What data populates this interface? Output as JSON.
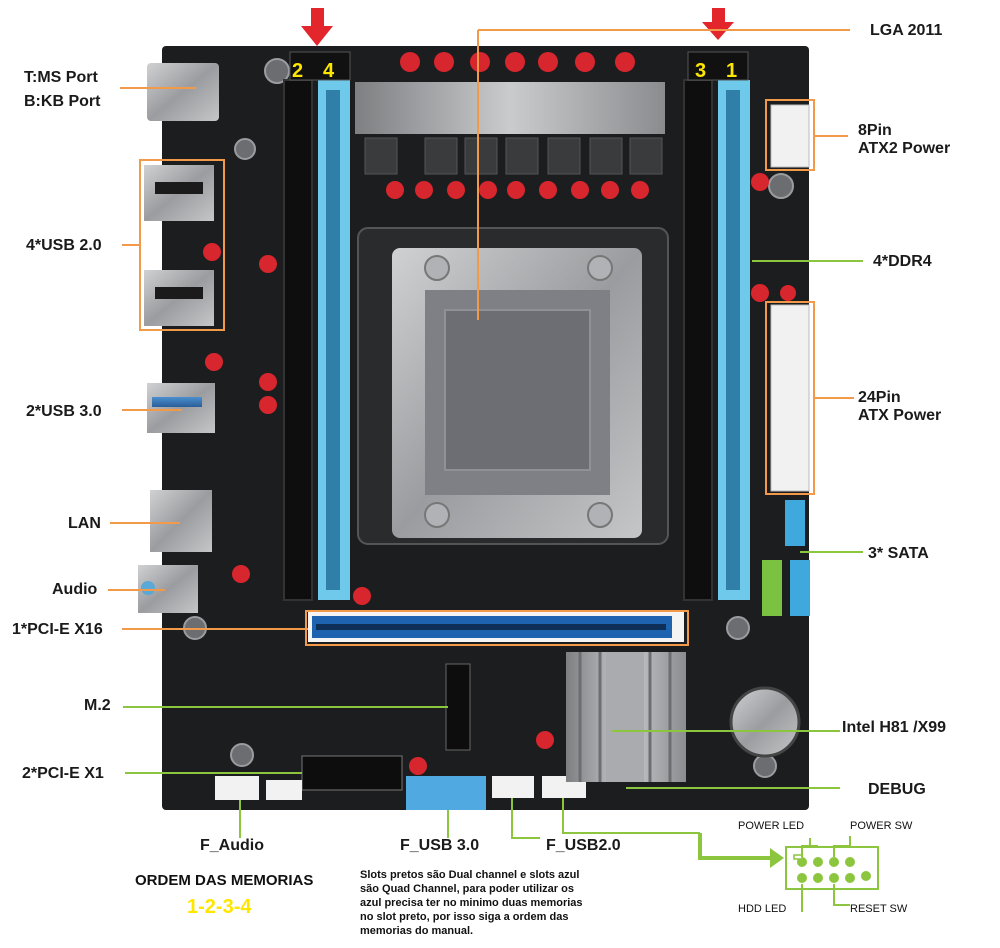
{
  "labels_left": {
    "ms_port": "T:MS Port",
    "kb_port": "B:KB Port",
    "usb2": "4*USB 2.0",
    "usb3": "2*USB 3.0",
    "lan": "LAN",
    "audio": "Audio",
    "pcie16": "1*PCI-E X16",
    "m2": "M.2",
    "pcie1": "2*PCI-E X1"
  },
  "labels_right": {
    "lga": "LGA 2011",
    "atx8_line1": "8Pin",
    "atx8_line2": "ATX2 Power",
    "ddr4": "4*DDR4",
    "atx24_line1": "24Pin",
    "atx24_line2": "ATX Power",
    "sata": "3* SATA",
    "chipset": "Intel H81 /X99",
    "debug": "DEBUG"
  },
  "labels_bottom": {
    "f_audio": "F_Audio",
    "f_usb3": "F_USB 3.0",
    "f_usb2": "F_USB2.0"
  },
  "slot_numbers": [
    "2",
    "4",
    "3",
    "1"
  ],
  "order": {
    "title": "ORDEM DAS MEMORIAS",
    "sequence": "1-2-3-4"
  },
  "note": "Slots pretos são Dual channel e slots azul são Quad Channel, para poder utilizar os azul precisa ter no minimo duas memorias no slot preto, por isso siga a ordem das memorias do manual.",
  "panel": {
    "power_led": "POWER LED",
    "power_sw": "POWER SW",
    "hdd_led": "HDD LED",
    "reset_sw": "RESET SW"
  },
  "colors": {
    "board": "#1c1d1f",
    "dimm_blue": "#6ec9ea",
    "callout": "#f39a4a",
    "callout_green": "#8cc63f",
    "arrow_red": "#e3262b",
    "slot_number": "#ffe600"
  }
}
